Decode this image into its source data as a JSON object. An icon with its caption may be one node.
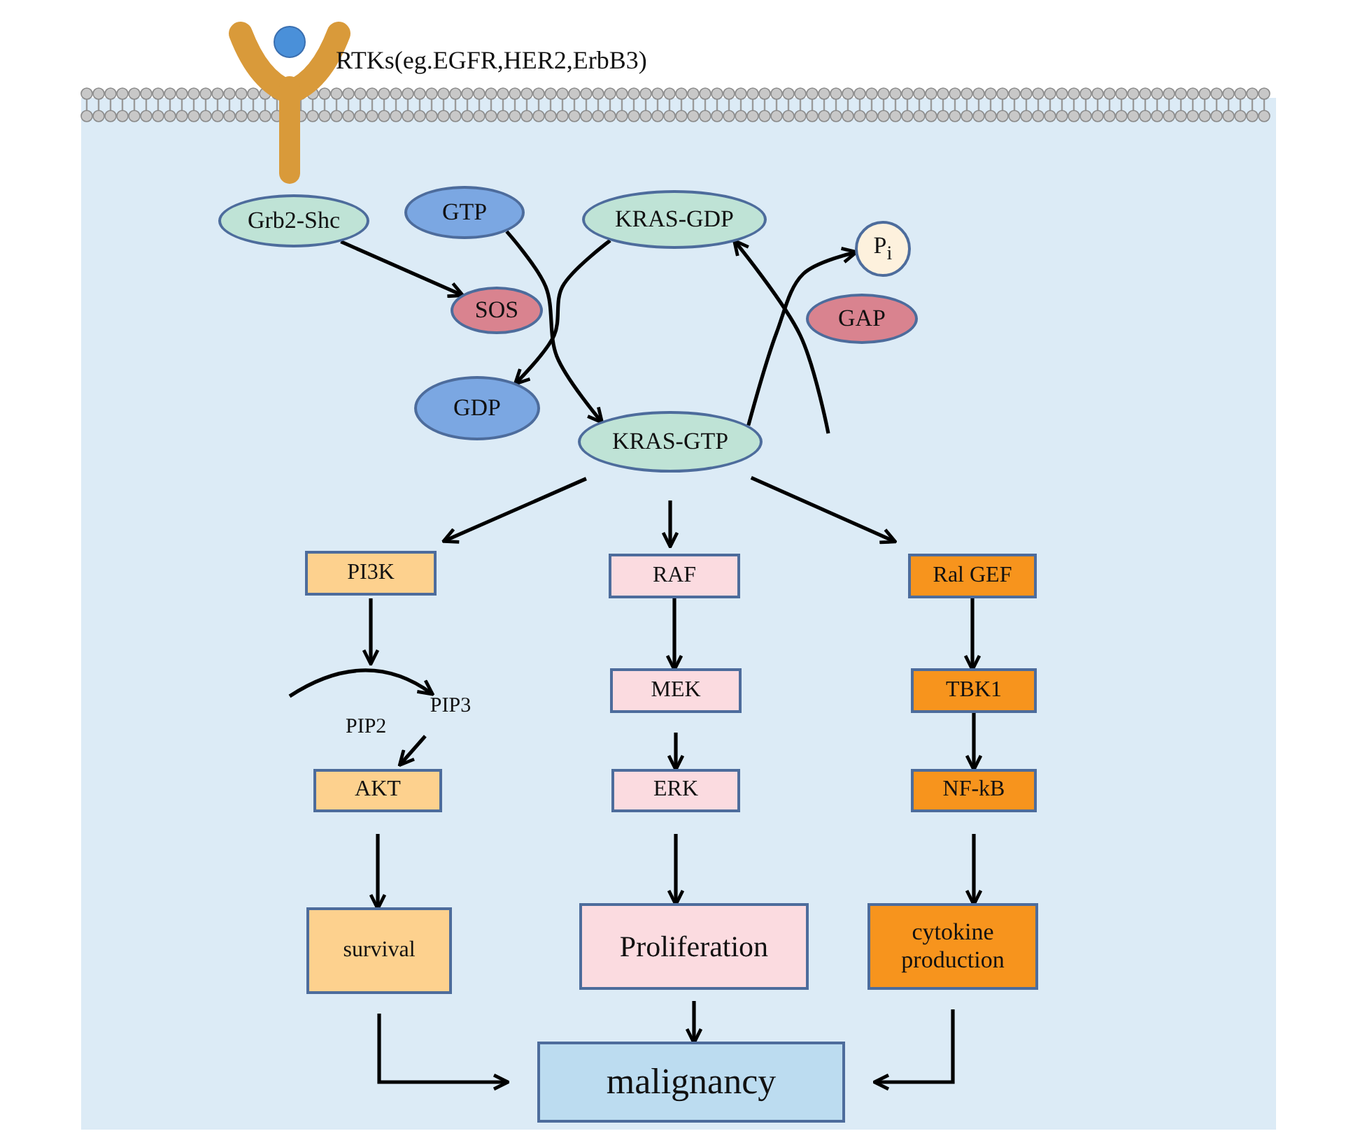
{
  "diagram": {
    "nodes": [
      {
        "text": [
          "Grb2-Shc"
        ]
      },
      {
        "text": [
          "GTP"
        ]
      },
      {
        "text": [
          "KRAS-GDP"
        ]
      },
      {
        "text": [
          "P$_{i}$"
        ]
      },
      {
        "text": [
          "SOS"
        ]
      },
      {
        "text": [
          "GAP"
        ]
      },
      {
        "text": [
          "GDP"
        ]
      },
      {
        "text": [
          "KRAS-GTP"
        ]
      },
      {
        "text": [
          "PI3K"
        ]
      },
      {
        "text": [
          "RAF"
        ]
      },
      {
        "text": [
          "Ral GEF"
        ]
      },
      {
        "text": [
          "MEK"
        ]
      },
      {
        "text": [
          "TBK1"
        ]
      },
      {
        "text": [
          "PIP3"
        ]
      },
      {
        "text": [
          "AKT"
        ]
      },
      {
        "text": [
          "ERK"
        ]
      },
      {
        "text": [
          "NF-kB"
        ]
      },
      {
        "text": [
          "survival"
        ]
      },
      {
        "text": [
          "Proliferation"
        ]
      },
      {
        "text": [
          "cytokine production"
        ]
      },
      {
        "text": [
          "malignancy"
        ]
      }
    ],
    "edges": [
      {
        "from": 0,
        "to": 4,
        "arrow": "to"
      },
      {
        "from": 1,
        "to": 7,
        "arrow": "to"
      },
      {
        "from": 2,
        "to": 6,
        "arrow": "to"
      },
      {
        "from": 7,
        "to": 3,
        "arrow": "to"
      },
      {
        "from": null,
        "to": 2,
        "arrow": "to"
      },
      {
        "from": 7,
        "to": 8,
        "arrow": "to"
      },
      {
        "from": 7,
        "to": 9,
        "arrow": "to"
      },
      {
        "from": 7,
        "to": 10,
        "arrow": "to"
      },
      {
        "from": 8,
        "to": null,
        "arrow": "to"
      },
      {
        "from": null,
        "to": 13,
        "arrow": "to"
      },
      {
        "from": 13,
        "to": 14,
        "arrow": "to"
      },
      {
        "from": 9,
        "to": 11,
        "arrow": "to"
      },
      {
        "from": 11,
        "to": 15,
        "arrow": "to"
      },
      {
        "from": 10,
        "to": 12,
        "arrow": "to"
      },
      {
        "from": 12,
        "to": 16,
        "arrow": "to"
      },
      {
        "from": 14,
        "to": 17,
        "arrow": "to"
      },
      {
        "from": 15,
        "to": 18,
        "arrow": "to"
      },
      {
        "from": 16,
        "to": 19,
        "arrow": "to"
      },
      {
        "from": 17,
        "to": 20,
        "arrow": "to"
      },
      {
        "from": 18,
        "to": 20,
        "arrow": "to"
      },
      {
        "from": 19,
        "to": 20,
        "arrow": "to"
      }
    ],
    "labels": [
      "RTKs(eg.EGFR,HER2,ErbB3)",
      "PIP2"
    ]
  }
}
